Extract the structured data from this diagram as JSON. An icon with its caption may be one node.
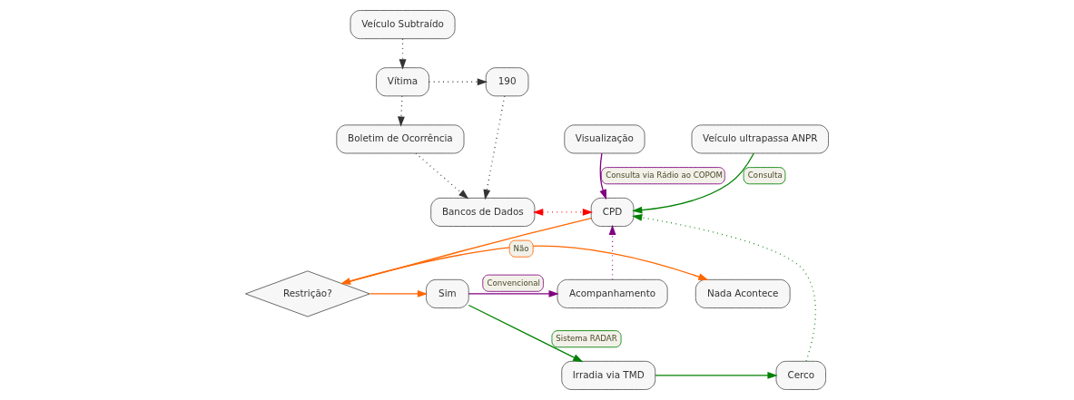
{
  "diagram": {
    "nodes": [
      {
        "text": [
          "Veículo Subtraído"
        ]
      },
      {
        "text": [
          "Visualização"
        ]
      },
      {
        "text": [
          "Veículo ultrapassa ANPR"
        ]
      },
      {
        "text": [
          "Vítima"
        ]
      },
      {
        "text": [
          "190"
        ]
      },
      {
        "text": [
          "Boletim de Ocorrência"
        ]
      },
      {
        "text": [
          "Bancos de Dados"
        ]
      },
      {
        "text": [
          "CPD"
        ]
      },
      {
        "text": [
          "Nada Acontece"
        ]
      },
      {
        "text": [
          "Restrição?"
        ]
      },
      {
        "text": [
          "Sim"
        ]
      },
      {
        "text": [
          "Acompanhamento"
        ]
      },
      {
        "text": [
          "Irradia via TMD"
        ]
      },
      {
        "text": [
          "Cerco"
        ]
      }
    ],
    "edges": [
      {
        "from": 0,
        "to": 3,
        "arrow": "to",
        "style": "dashed"
      },
      {
        "from": 3,
        "to": 4,
        "arrow": "to",
        "style": "dashed"
      },
      {
        "from": 3,
        "to": 5,
        "arrow": "to",
        "style": "dashed"
      },
      {
        "from": 4,
        "to": 6,
        "arrow": "to",
        "style": "dashed"
      },
      {
        "from": 5,
        "to": 6,
        "arrow": "to",
        "style": "dashed"
      },
      {
        "from": 6,
        "to": 7,
        "arrow": "both",
        "style": "dashed",
        "color": "#ff0000"
      },
      {
        "from": 1,
        "to": 7,
        "arrow": "to",
        "label": "Consulta via Rádio ao COPOM",
        "color": "#800080"
      },
      {
        "from": 2,
        "to": 7,
        "arrow": "to",
        "label": "Consulta",
        "color": "#008000"
      },
      {
        "from": 7,
        "to": 9,
        "arrow": "to",
        "color": "#ff6600"
      },
      {
        "from": 9,
        "to": 8,
        "arrow": "to",
        "label": "Não",
        "color": "#ff6600"
      },
      {
        "from": 9,
        "to": 10,
        "arrow": "to",
        "color": "#ff6600"
      },
      {
        "from": 10,
        "to": 11,
        "arrow": "to",
        "label": "Convencional",
        "color": "#800080"
      },
      {
        "from": 11,
        "to": 7,
        "arrow": "to",
        "style": "dashed",
        "color": "#800080"
      },
      {
        "from": 10,
        "to": 12,
        "arrow": "to",
        "label": "Sistema RADAR",
        "color": "#008000"
      },
      {
        "from": 12,
        "to": 13,
        "arrow": "to",
        "color": "#008000"
      },
      {
        "from": 13,
        "to": 7,
        "arrow": "to",
        "style": "dashed",
        "color": "#008000"
      }
    ]
  }
}
